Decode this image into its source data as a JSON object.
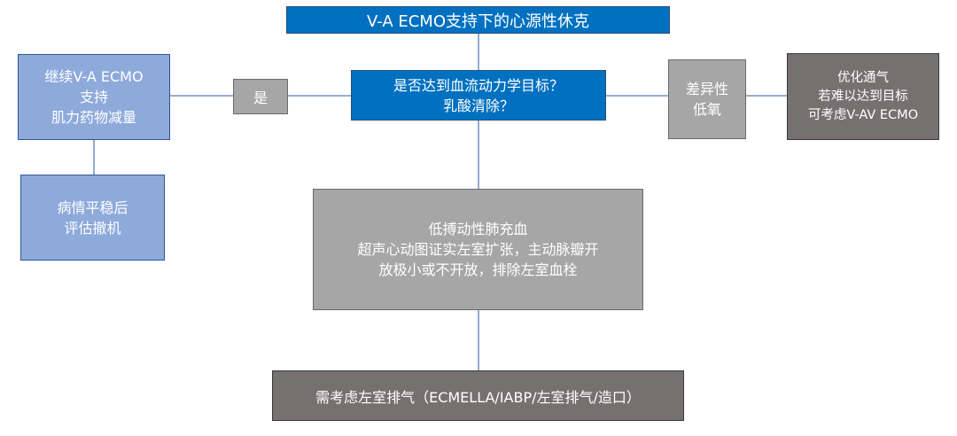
{
  "diagram": {
    "title": "V-A ECMO支持下的心源性休克",
    "question": [
      "是否达到血流动力学目标？",
      "乳酸清除？"
    ],
    "yes_branch": {
      "label": "是",
      "action": [
        "继续V-A ECMO",
        "支持",
        "肌力药物减量"
      ],
      "next": [
        "病情平稳后",
        "评估撤机"
      ]
    },
    "hypoxia_branch": {
      "label": [
        "差异性",
        "低氧"
      ],
      "action": [
        "优化通气",
        "若难以达到目标",
        "可考虑V-AV ECMO"
      ]
    },
    "lv_branch": {
      "findings": [
        "低搏动性肺充血",
        "超声心动图证实左室扩张，主动脉瓣开",
        "放极小或不开放，排除左室血栓"
      ],
      "action": "需考虑左室排气（ECMELLA/IABP/左室排气/造口）"
    }
  },
  "colors": {
    "primary_blue": "#0070c0",
    "light_blue": "#8eaadb",
    "gray": "#a6a6a6",
    "dark_gray": "#767171",
    "connector": "#5b7fb7"
  }
}
